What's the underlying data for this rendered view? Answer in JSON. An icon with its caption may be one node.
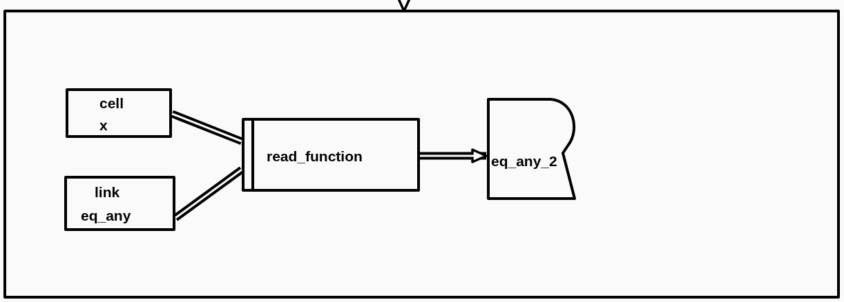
{
  "diagram": {
    "nodes": [
      {
        "text": [],
        "shape": "box"
      },
      {
        "text": [
          "cell",
          "x"
        ],
        "in": 0
      },
      {
        "text": [
          "link",
          "eq_any"
        ],
        "in": 0
      },
      {
        "text": [
          "read_function"
        ],
        "in": 0
      },
      {
        "text": [
          "eq_any_2"
        ],
        "in": 0
      }
    ],
    "edges": [
      {
        "from": null,
        "to": 0,
        "arrow": "to"
      },
      {
        "from": 1,
        "to": 3,
        "arrow": "none"
      },
      {
        "from": 2,
        "to": 3,
        "arrow": "none"
      },
      {
        "from": 3,
        "to": 4,
        "arrow": "to"
      }
    ]
  }
}
